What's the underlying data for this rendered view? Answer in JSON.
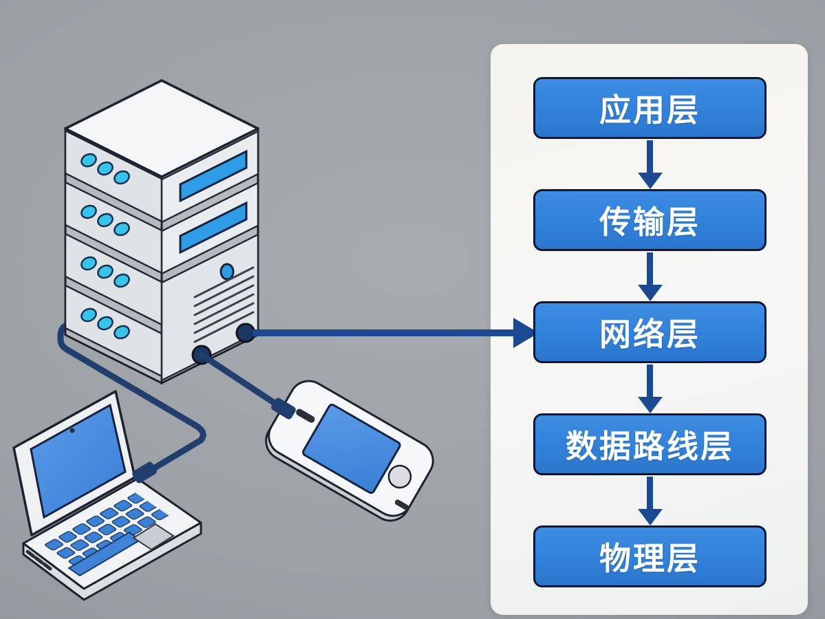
{
  "colors": {
    "background": "#9ba0a5",
    "panel-bg": "#f4f3ef",
    "layer-box-fill": "#3181da",
    "layer-box-fill-light": "#3e8ce2",
    "layer-box-border": "#0d1830",
    "layer-text": "#ffffff",
    "flow-arrow": "#1b4a93",
    "cable": "#203f6e",
    "device-accent": "#2f9ce6",
    "led": "#35c4ec"
  },
  "panel": {
    "layers": [
      {
        "id": "application",
        "label": "应用层"
      },
      {
        "id": "transport",
        "label": "传输层"
      },
      {
        "id": "network",
        "label": "网络层"
      },
      {
        "id": "data-link",
        "label": "数据路线层"
      },
      {
        "id": "physical",
        "label": "物理层"
      }
    ]
  },
  "illustration": {
    "devices": [
      "server-rack",
      "laptop",
      "smartphone"
    ]
  }
}
